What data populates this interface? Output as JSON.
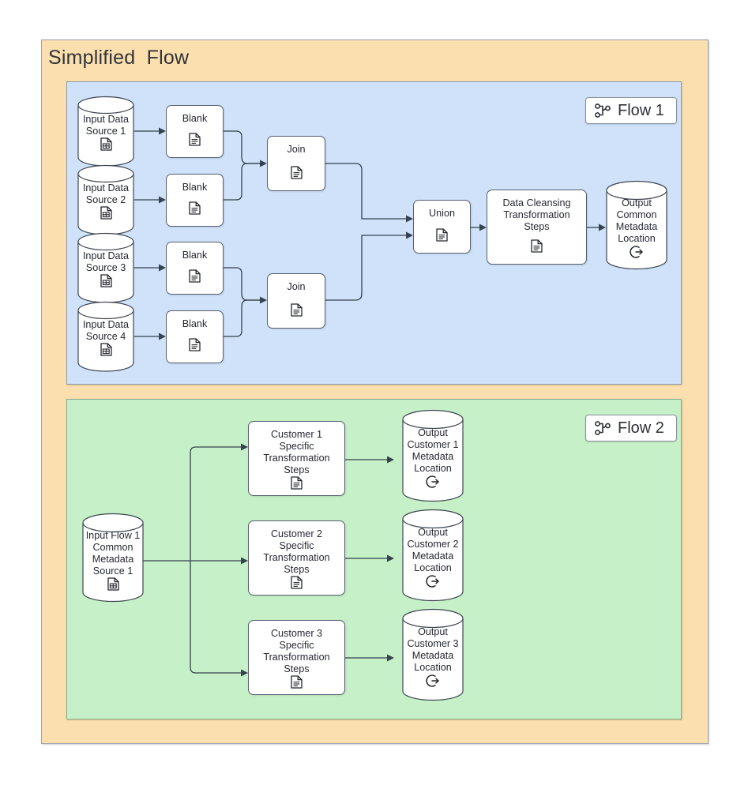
{
  "title": "Simplified  Flow",
  "colors": {
    "outer_panel": "#fcdfae",
    "flow1_panel": "#cfe2f9",
    "flow2_panel": "#c6f0c7",
    "node_fill": "#ffffff",
    "node_stroke": "#55606e",
    "connector": "#35424f",
    "text": "#252a33"
  },
  "flow1": {
    "badge": {
      "label": "Flow 1",
      "icon": "flow-graph-icon"
    },
    "sources": [
      {
        "label": "Input Data\nSource 1",
        "icon": "table-document-icon"
      },
      {
        "label": "Input Data\nSource 2",
        "icon": "table-document-icon"
      },
      {
        "label": "Input Data\nSource 3",
        "icon": "table-document-icon"
      },
      {
        "label": "Input Data\nSource 4",
        "icon": "table-document-icon"
      }
    ],
    "blanks": [
      {
        "label": "Blank",
        "icon": "document-icon"
      },
      {
        "label": "Blank",
        "icon": "document-icon"
      },
      {
        "label": "Blank",
        "icon": "document-icon"
      },
      {
        "label": "Blank",
        "icon": "document-icon"
      }
    ],
    "joins": [
      {
        "label": "Join",
        "icon": "document-icon"
      },
      {
        "label": "Join",
        "icon": "document-icon"
      }
    ],
    "union": {
      "label": "Union",
      "icon": "document-icon"
    },
    "cleansing": {
      "label": "Data Cleansing\nTransformation\nSteps",
      "icon": "document-icon"
    },
    "output": {
      "label": "Output\nCommon\nMetadata\nLocation",
      "icon": "export-arrow-icon"
    }
  },
  "flow2": {
    "badge": {
      "label": "Flow 2",
      "icon": "flow-graph-icon"
    },
    "input": {
      "label": "Input Flow 1\nCommon\nMetadata\nSource 1",
      "icon": "table-document-icon"
    },
    "transforms": [
      {
        "label": "Customer 1 Specific\nTransformation\nSteps",
        "icon": "document-icon"
      },
      {
        "label": "Customer 2 Specific\nTransformation\nSteps",
        "icon": "document-icon"
      },
      {
        "label": "Customer 3 Specific\nTransformation\nSteps",
        "icon": "document-icon"
      }
    ],
    "outputs": [
      {
        "label": "Output\nCustomer 1\nMetadata\nLocation",
        "icon": "export-arrow-icon"
      },
      {
        "label": "Output\nCustomer 2\nMetadata\nLocation",
        "icon": "export-arrow-icon"
      },
      {
        "label": "Output\nCustomer 3\nMetadata\nLocation",
        "icon": "export-arrow-icon"
      }
    ]
  }
}
